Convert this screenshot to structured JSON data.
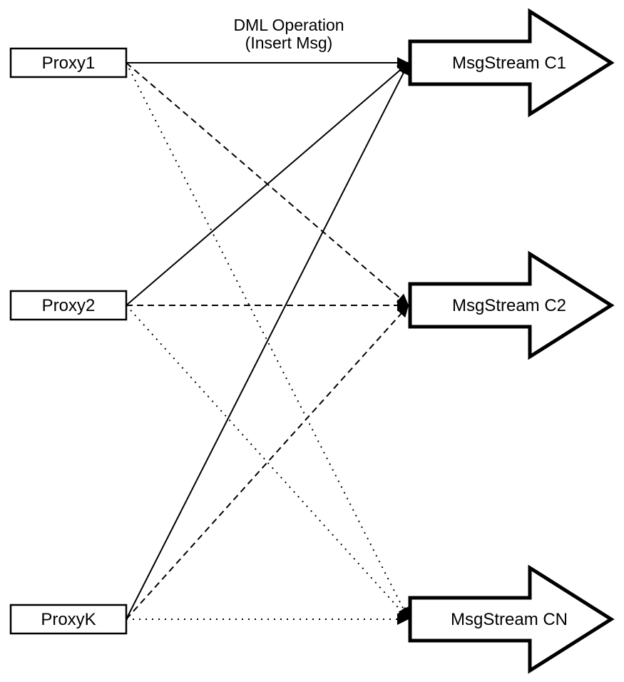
{
  "diagram": {
    "background_color": "#ffffff",
    "stroke_color": "#000000",
    "fill_color": "#ffffff",
    "annotation": {
      "line1": "DML Operation",
      "line2": "(Insert Msg)"
    },
    "proxies": [
      {
        "id": "proxy1",
        "label": "Proxy1"
      },
      {
        "id": "proxy2",
        "label": "Proxy2"
      },
      {
        "id": "proxyk",
        "label": "ProxyK"
      }
    ],
    "streams": [
      {
        "id": "msgstream-c1",
        "label": "MsgStream C1"
      },
      {
        "id": "msgstream-c2",
        "label": "MsgStream C2"
      },
      {
        "id": "msgstream-cn",
        "label": "MsgStream CN"
      }
    ],
    "edges": [
      {
        "from": "Proxy1",
        "to": "MsgStream C1",
        "style": "solid"
      },
      {
        "from": "Proxy1",
        "to": "MsgStream C2",
        "style": "dashed"
      },
      {
        "from": "Proxy1",
        "to": "MsgStream CN",
        "style": "dotted"
      },
      {
        "from": "Proxy2",
        "to": "MsgStream C1",
        "style": "solid"
      },
      {
        "from": "Proxy2",
        "to": "MsgStream C2",
        "style": "dashed"
      },
      {
        "from": "Proxy2",
        "to": "MsgStream CN",
        "style": "dotted"
      },
      {
        "from": "ProxyK",
        "to": "MsgStream C1",
        "style": "solid"
      },
      {
        "from": "ProxyK",
        "to": "MsgStream C2",
        "style": "dashed"
      },
      {
        "from": "ProxyK",
        "to": "MsgStream CN",
        "style": "dotted"
      }
    ]
  }
}
